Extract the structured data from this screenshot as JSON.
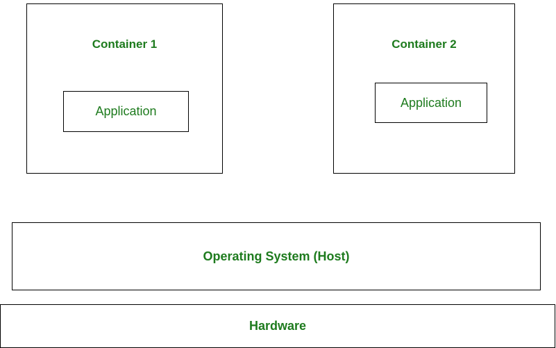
{
  "colors": {
    "text_green": "#1e7b1e",
    "border": "#000000",
    "background": "#ffffff"
  },
  "diagram": {
    "containers": [
      {
        "title": "Container 1",
        "app_label": "Application"
      },
      {
        "title": "Container 2",
        "app_label": "Application"
      }
    ],
    "os_label": "Operating System (Host)",
    "hardware_label": "Hardware"
  }
}
